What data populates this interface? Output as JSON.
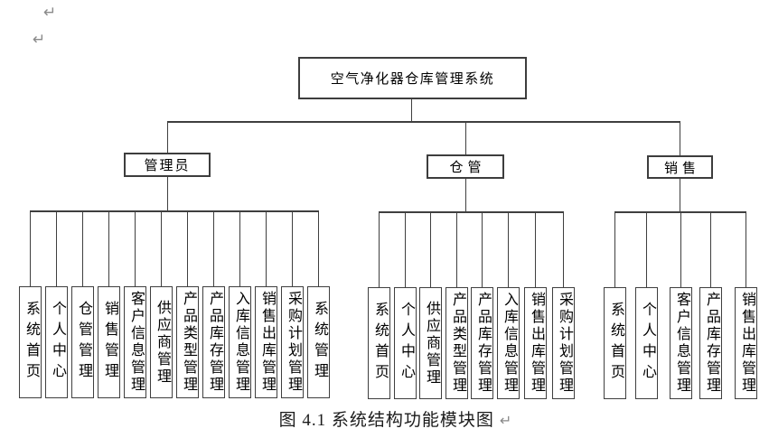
{
  "page": {
    "paragraph_marks": [
      "↵",
      "↵"
    ],
    "caption": "图 4.1 系统结构功能模块图",
    "caption_mark": "↵"
  },
  "tree": {
    "root": "空气净化器仓库管理系统",
    "groups": [
      {
        "label": "管理员",
        "children": [
          "系统首页",
          "个人中心",
          "仓管管理",
          "销售管理",
          "客户信息管理",
          "供应商管理",
          "产品类型管理",
          "产品库存管理",
          "入库信息管理",
          "销售出库管理",
          "采购计划管理",
          "系统管理"
        ]
      },
      {
        "label": "仓管",
        "children": [
          "系统首页",
          "个人中心",
          "供应商管理",
          "产品类型管理",
          "产品库存管理",
          "入库信息管理",
          "销售出库管理",
          "采购计划管理"
        ]
      },
      {
        "label": "销售",
        "children": [
          "系统首页",
          "个人中心",
          "客户信息管理",
          "产品库存管理",
          "销售出库管理"
        ]
      }
    ]
  },
  "colors": {
    "line": "#3f3f3f",
    "text": "#000000",
    "mark": "#8a8a8a",
    "background": "#ffffff"
  }
}
